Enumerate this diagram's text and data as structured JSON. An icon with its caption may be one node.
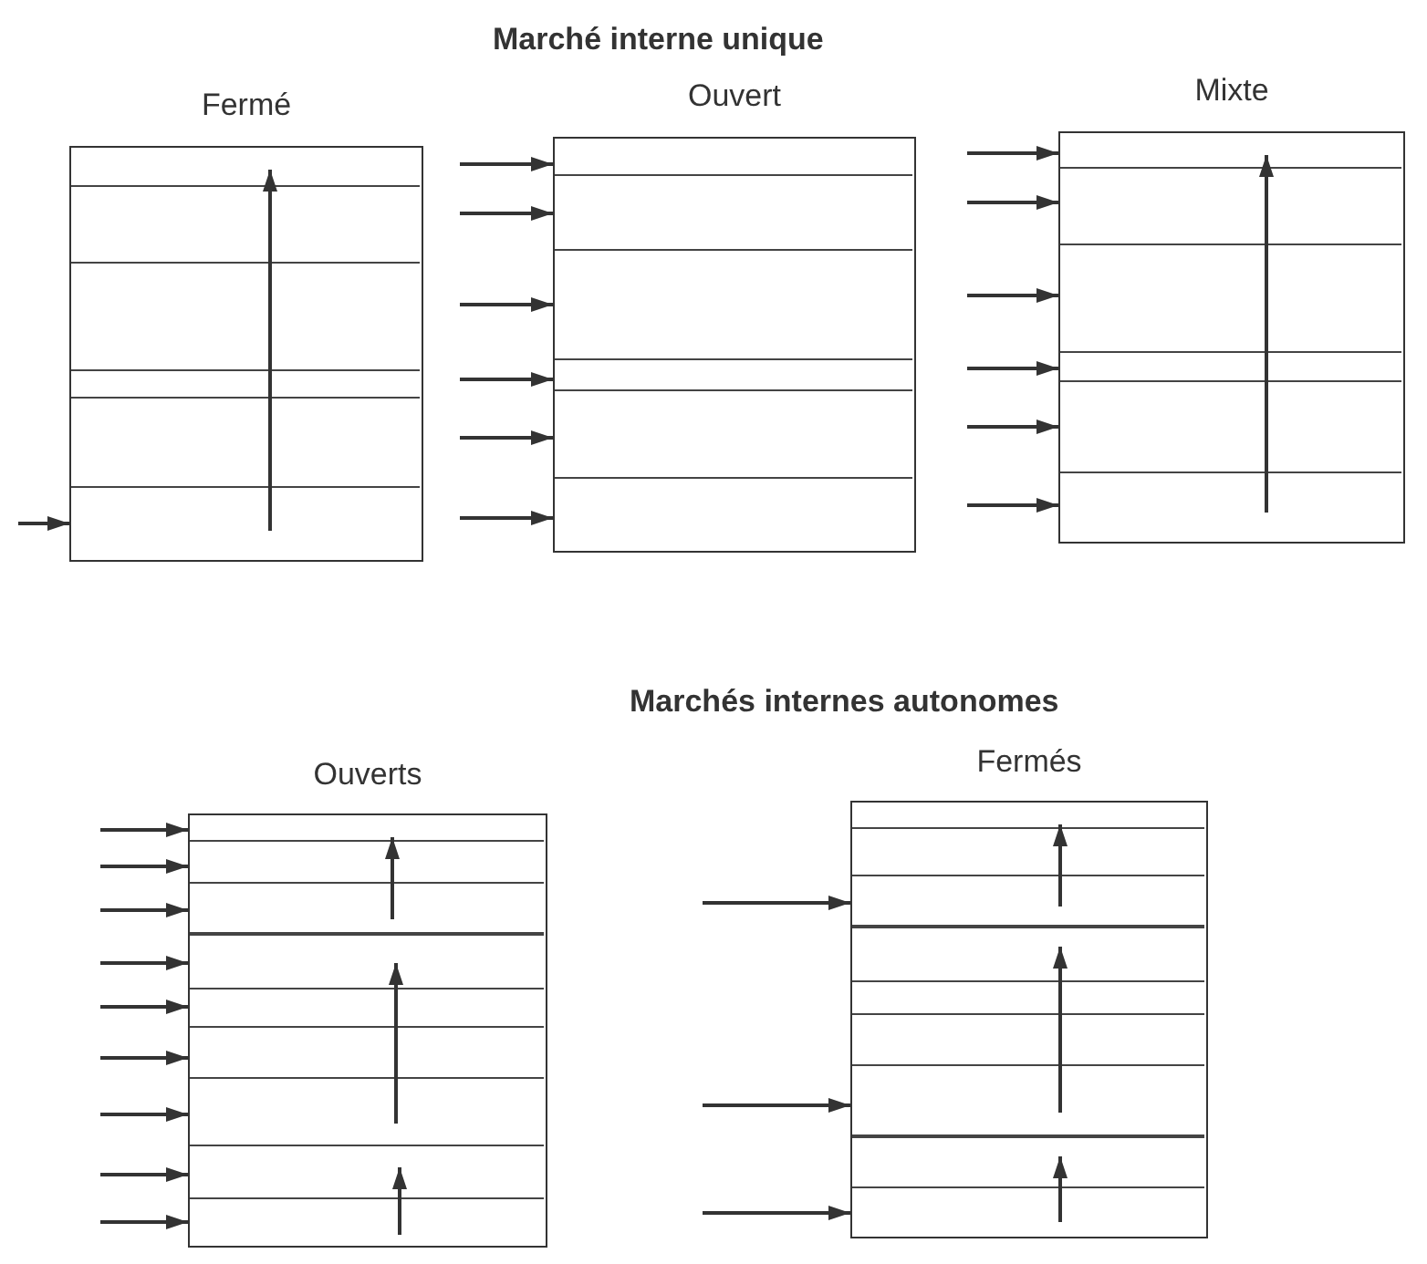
{
  "diagram": {
    "nodes": [
      {
        "text": [
          "Fermé"
        ]
      },
      {
        "text": [
          "Ouvert"
        ]
      },
      {
        "text": [
          "Mixte"
        ]
      },
      {
        "text": [
          "Ouverts"
        ]
      },
      {
        "text": [
          "Fermés"
        ]
      }
    ],
    "edges": [
      {
        "from": null,
        "to": 0,
        "arrow": "to"
      },
      {
        "from": null,
        "to": 1,
        "arrow": "to"
      },
      {
        "from": null,
        "to": 1,
        "arrow": "to"
      },
      {
        "from": null,
        "to": 1,
        "arrow": "to"
      },
      {
        "from": null,
        "to": 1,
        "arrow": "to"
      },
      {
        "from": null,
        "to": 1,
        "arrow": "to"
      },
      {
        "from": null,
        "to": 1,
        "arrow": "to"
      },
      {
        "from": null,
        "to": 2,
        "arrow": "to"
      },
      {
        "from": null,
        "to": 2,
        "arrow": "to"
      },
      {
        "from": null,
        "to": 2,
        "arrow": "to"
      },
      {
        "from": null,
        "to": 2,
        "arrow": "to"
      },
      {
        "from": null,
        "to": 2,
        "arrow": "to"
      },
      {
        "from": null,
        "to": 2,
        "arrow": "to"
      },
      {
        "from": null,
        "to": 3,
        "arrow": "to"
      },
      {
        "from": null,
        "to": 3,
        "arrow": "to"
      },
      {
        "from": null,
        "to": 3,
        "arrow": "to"
      },
      {
        "from": null,
        "to": 3,
        "arrow": "to"
      },
      {
        "from": null,
        "to": 3,
        "arrow": "to"
      },
      {
        "from": null,
        "to": 3,
        "arrow": "to"
      },
      {
        "from": null,
        "to": 3,
        "arrow": "to"
      },
      {
        "from": null,
        "to": 3,
        "arrow": "to"
      },
      {
        "from": null,
        "to": 3,
        "arrow": "to"
      },
      {
        "from": null,
        "to": 4,
        "arrow": "to"
      },
      {
        "from": null,
        "to": 4,
        "arrow": "to"
      },
      {
        "from": null,
        "to": 4,
        "arrow": "to"
      }
    ],
    "labels": [
      "Marché interne unique",
      "Marchés internes autonomes"
    ]
  }
}
